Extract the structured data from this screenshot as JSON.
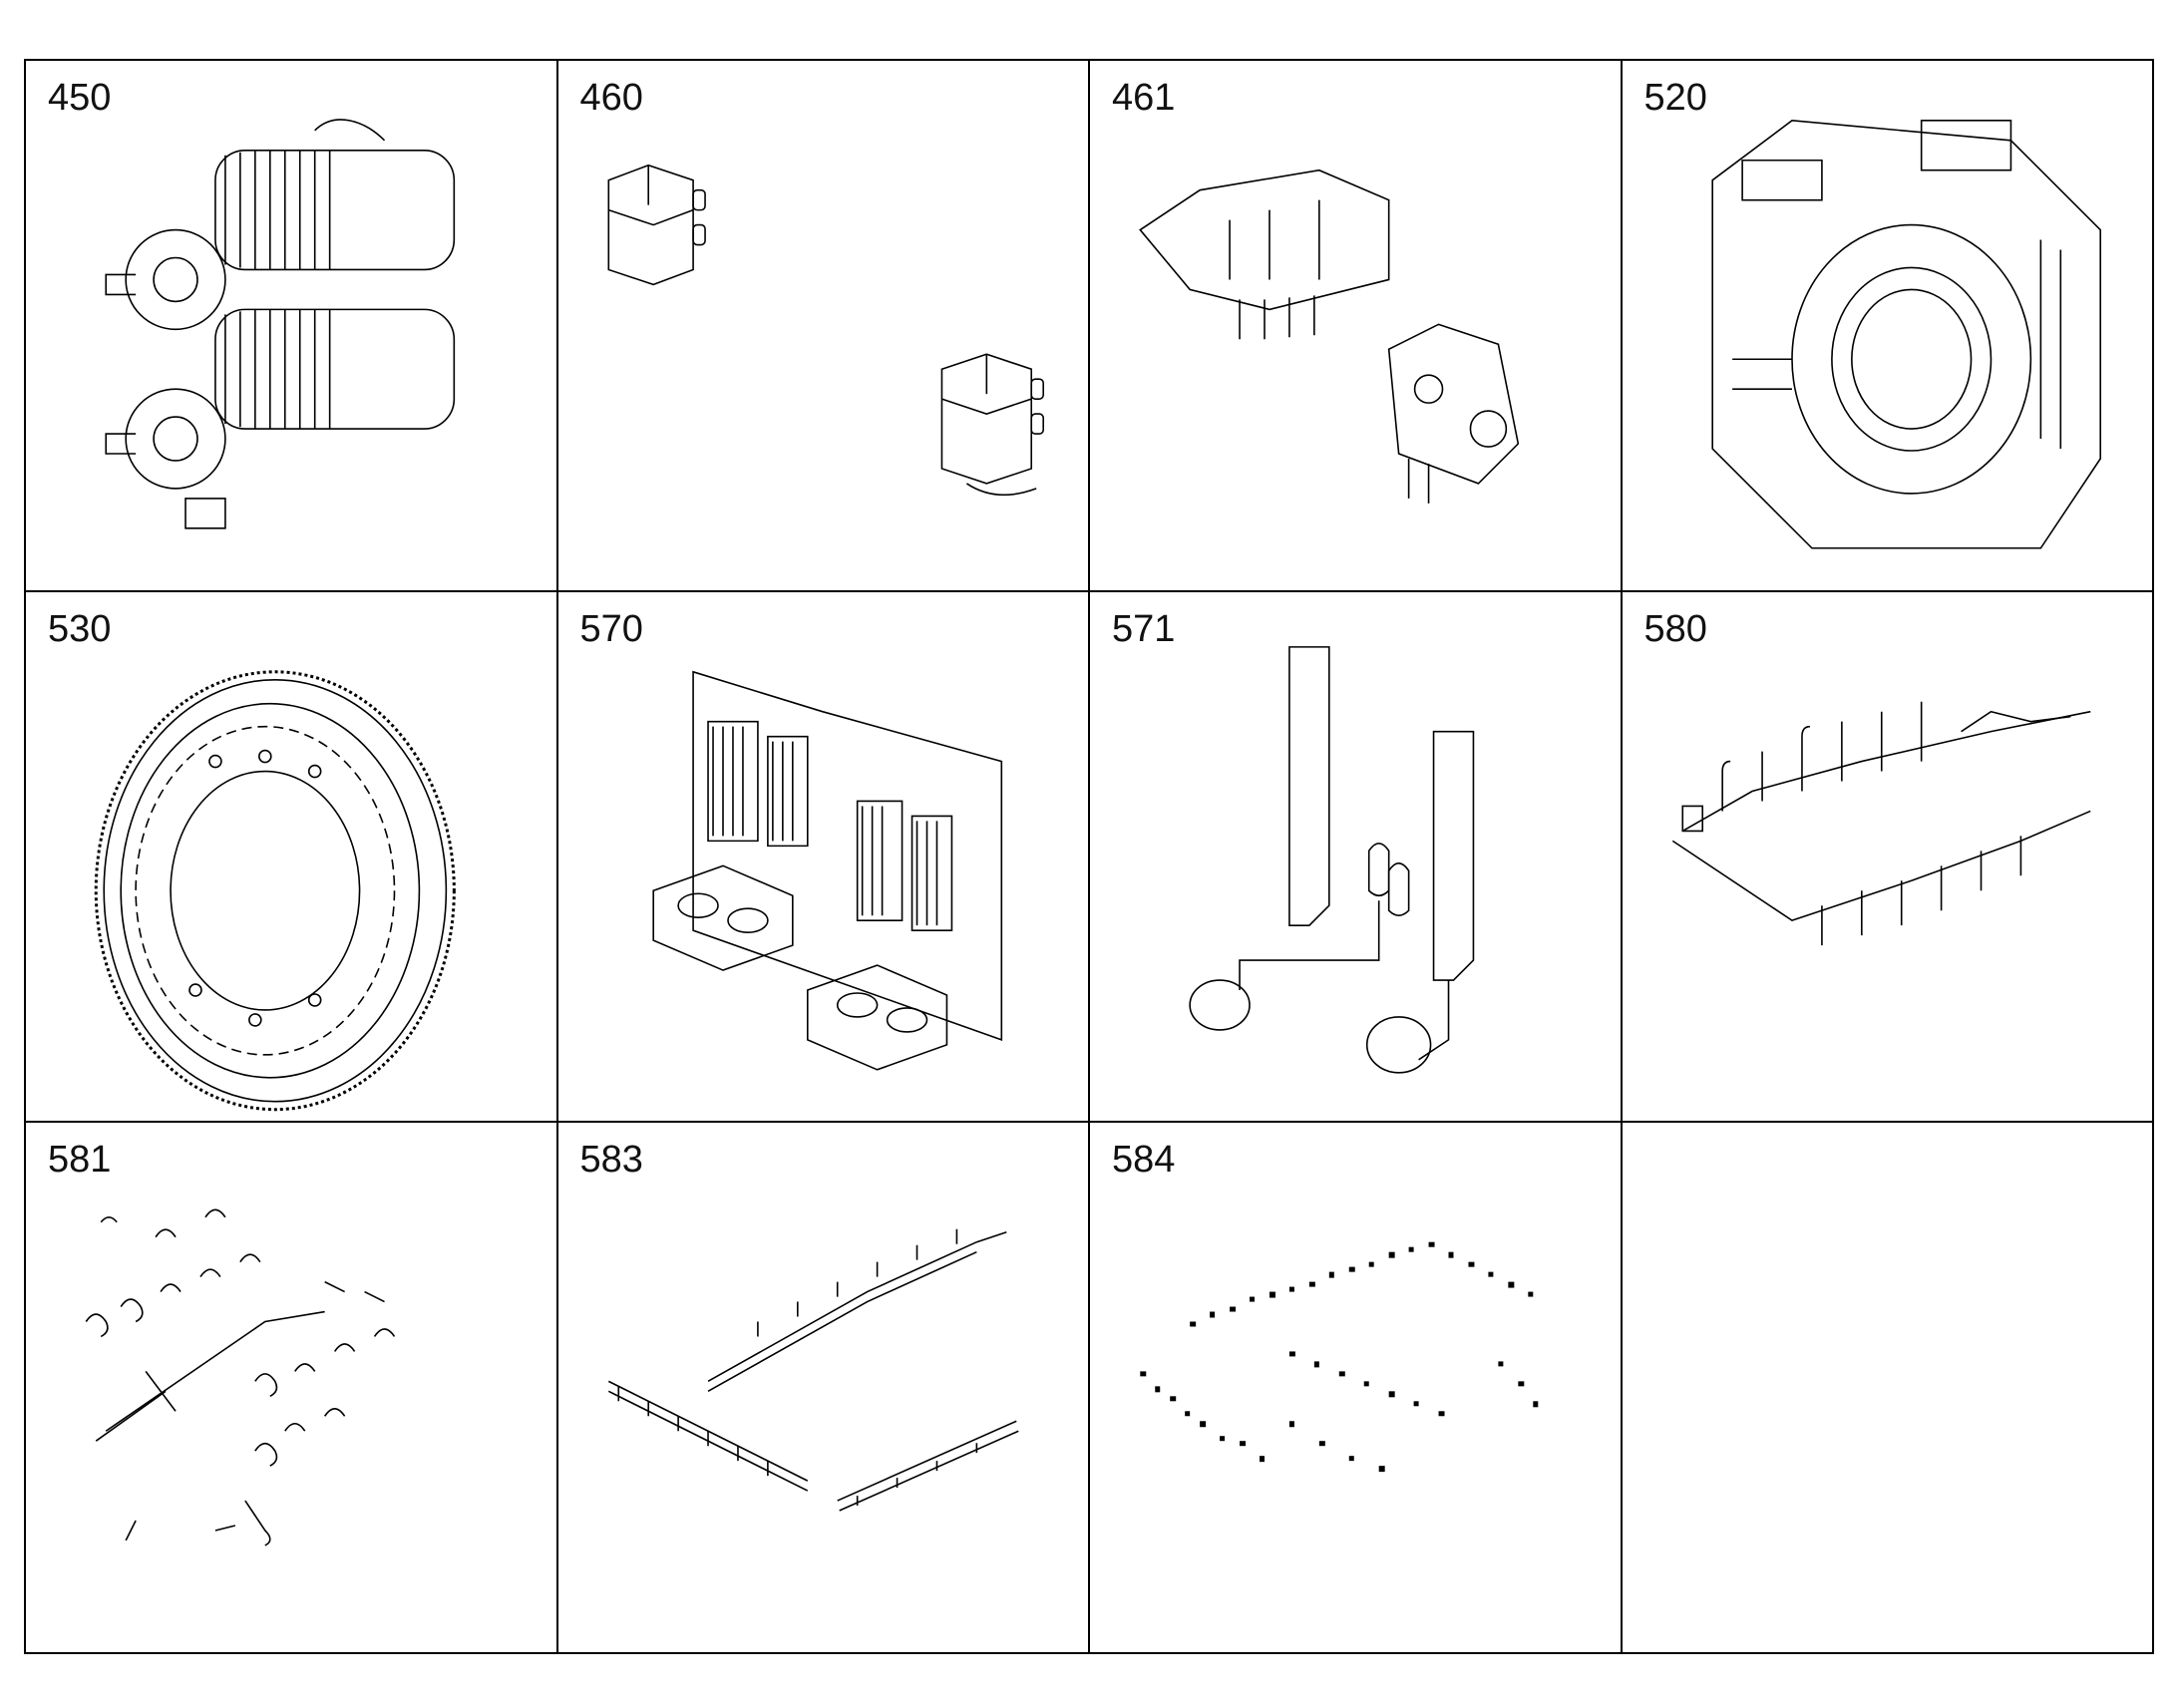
{
  "parts": [
    {
      "number": "450",
      "illustration": "starter-motors-icon"
    },
    {
      "number": "460",
      "illustration": "mounting-brackets-icon"
    },
    {
      "number": "461",
      "illustration": "engine-mount-brackets-icon"
    },
    {
      "number": "520",
      "illustration": "flywheel-housing-icon"
    },
    {
      "number": "530",
      "illustration": "flywheel-icon"
    },
    {
      "number": "570",
      "illustration": "control-unit-icon"
    },
    {
      "number": "571",
      "illustration": "sensor-brackets-icon"
    },
    {
      "number": "580",
      "illustration": "wiring-harness-icon"
    },
    {
      "number": "581",
      "illustration": "wiring-harness-parts-icon"
    },
    {
      "number": "583",
      "illustration": "harness-rails-icon"
    },
    {
      "number": "584",
      "illustration": "harness-clips-icon"
    },
    {
      "number": "",
      "illustration": ""
    }
  ]
}
